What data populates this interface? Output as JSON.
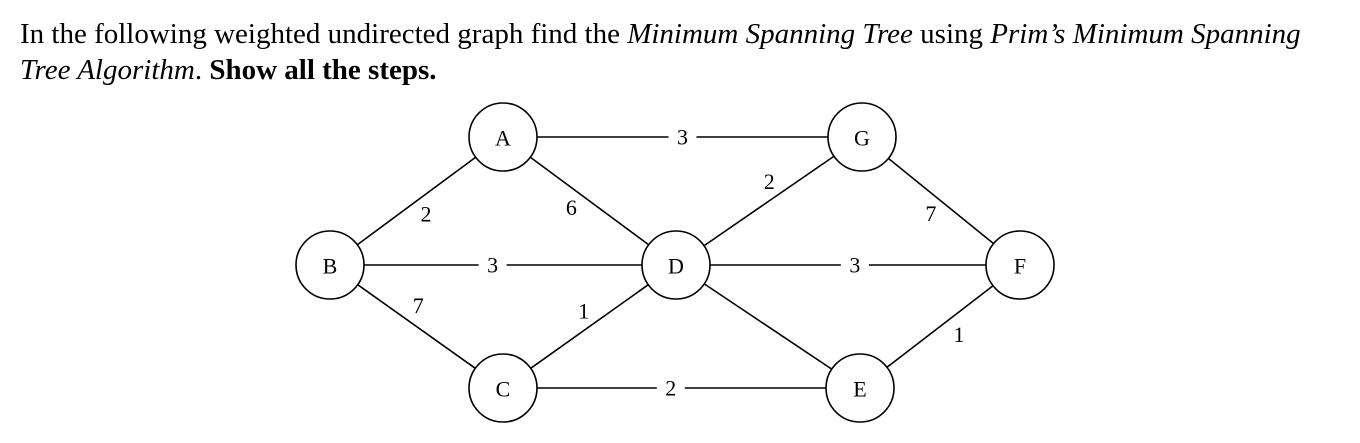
{
  "question": {
    "part1": "In the following weighted undirected graph find the ",
    "term1": "Minimum Spanning Tree",
    "part2": " using ",
    "term2": "Prim’s Minimum Spanning Tree Algorithm",
    "part3": ". ",
    "emphasis": "Show all the steps."
  },
  "graph": {
    "nodes": [
      {
        "id": "A",
        "label": "A"
      },
      {
        "id": "B",
        "label": "B"
      },
      {
        "id": "C",
        "label": "C"
      },
      {
        "id": "D",
        "label": "D"
      },
      {
        "id": "E",
        "label": "E"
      },
      {
        "id": "F",
        "label": "F"
      },
      {
        "id": "G",
        "label": "G"
      }
    ],
    "edges": [
      {
        "from": "A",
        "to": "G",
        "weight": "3"
      },
      {
        "from": "A",
        "to": "B",
        "weight": "2"
      },
      {
        "from": "A",
        "to": "D",
        "weight": "6"
      },
      {
        "from": "B",
        "to": "D",
        "weight": "3"
      },
      {
        "from": "B",
        "to": "C",
        "weight": "7"
      },
      {
        "from": "C",
        "to": "D",
        "weight": "1"
      },
      {
        "from": "C",
        "to": "E",
        "weight": "2"
      },
      {
        "from": "D",
        "to": "G",
        "weight": "2"
      },
      {
        "from": "D",
        "to": "F",
        "weight": "3"
      },
      {
        "from": "D",
        "to": "E",
        "weight": ""
      },
      {
        "from": "G",
        "to": "F",
        "weight": "7"
      },
      {
        "from": "E",
        "to": "F",
        "weight": "1"
      }
    ]
  }
}
